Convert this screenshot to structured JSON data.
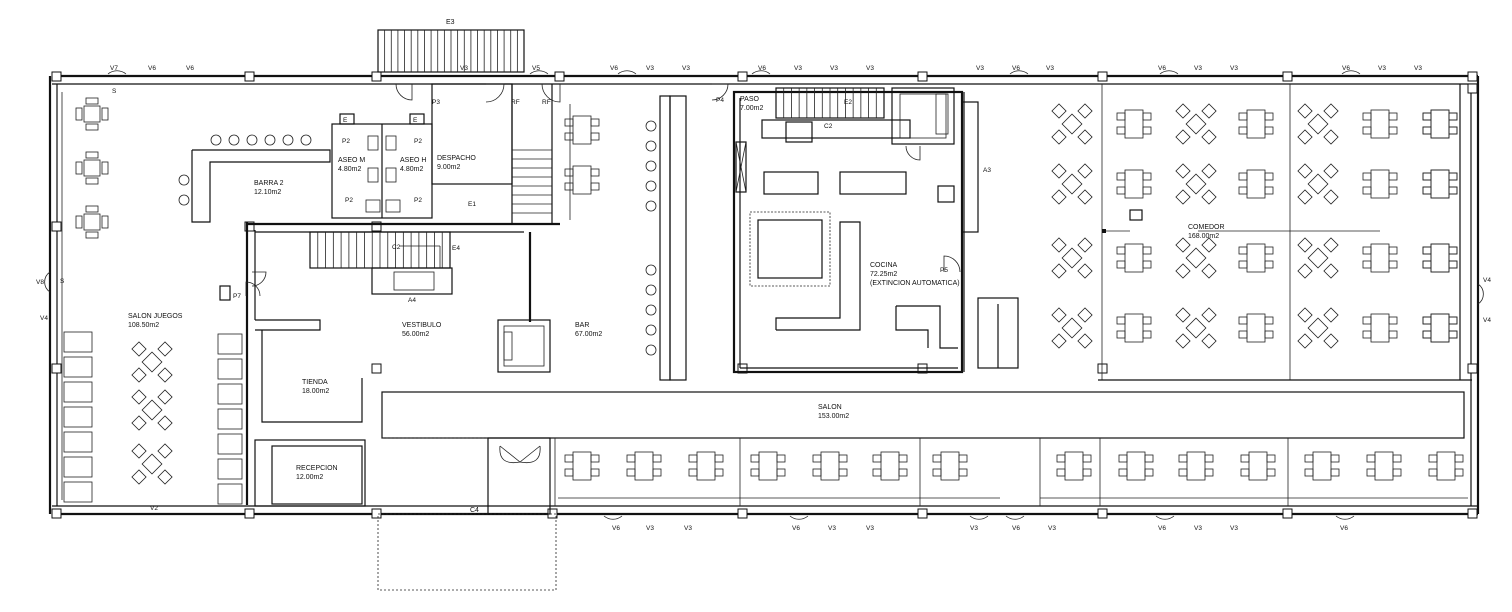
{
  "rooms": {
    "salon_juegos": {
      "name": "SALON JUEGOS",
      "area": "108.50m2"
    },
    "barra": {
      "name": "BARRA 2",
      "area": "12.10m2"
    },
    "aseo_m": {
      "name": "ASEO M",
      "area": "4.80m2"
    },
    "aseo_h": {
      "name": "ASEO H",
      "area": "4.80m2"
    },
    "despacho": {
      "name": "DESPACHO",
      "area": "9.00m2"
    },
    "vestibulo": {
      "name": "VESTIBULO",
      "area": "56.00m2"
    },
    "tienda": {
      "name": "TIENDA",
      "area": "18.00m2"
    },
    "recepcion": {
      "name": "RECEPCION",
      "area": "12.00m2"
    },
    "bar": {
      "name": "BAR",
      "area": "67.00m2"
    },
    "paso": {
      "name": "PASO",
      "area": "7.00m2"
    },
    "cocina": {
      "name": "COCINA",
      "area": "72.25m2",
      "note": "(EXTINCION AUTOMATICA)"
    },
    "comedor": {
      "name": "COMEDOR",
      "area": "168.00m2"
    },
    "salon": {
      "name": "SALON",
      "area": "153.00m2"
    }
  },
  "codes": {
    "e3": "E3",
    "e1": "E1",
    "e2": "E2",
    "e4": "E4",
    "c2": "C2",
    "c4": "C4",
    "p2": "P2",
    "p3": "P3",
    "p4": "P4",
    "p5": "P5",
    "p7": "P7",
    "rf": "RF",
    "a3": "A3",
    "a4": "A4",
    "v2": "V2",
    "v3": "V3",
    "v4": "V4",
    "v5": "V5",
    "v6": "V6",
    "v7": "V7",
    "v8": "V8",
    "s": "S",
    "e": "E"
  }
}
